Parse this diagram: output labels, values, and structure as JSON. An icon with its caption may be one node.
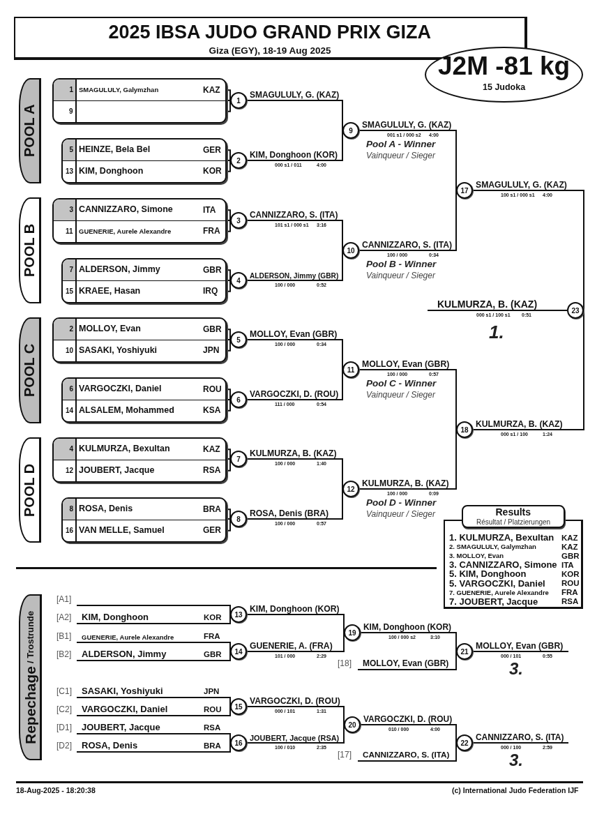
{
  "diagram": {
    "title": "2025 IBSA JUDO GRAND PRIX GIZA",
    "nodes": [
      {
        "text": [
          "J2M -81 kg",
          "15 Judoka"
        ]
      },
      {
        "text": [
          "POOL A"
        ]
      },
      {
        "text": [
          "1",
          "SMAGULULY, Galymzhan",
          "KAZ",
          "9"
        ]
      },
      {
        "text": [
          "5",
          "HEINZE, Bela Bel",
          "GER",
          "13",
          "KIM, Donghoon",
          "KOR"
        ]
      },
      {
        "text": [
          "POOL B"
        ]
      },
      {
        "text": [
          "3",
          "CANNIZZARO, Simone",
          "ITA",
          "11",
          "GUENERIE, Aurele Alexandre",
          "FRA"
        ]
      },
      {
        "text": [
          "7",
          "ALDERSON, Jimmy",
          "GBR",
          "15",
          "KRAEE, Hasan",
          "IRQ"
        ]
      },
      {
        "text": [
          "POOL C"
        ]
      },
      {
        "text": [
          "2",
          "MOLLOY, Evan",
          "GBR",
          "10",
          "SASAKI, Yoshiyuki",
          "JPN"
        ]
      },
      {
        "text": [
          "6",
          "VARGOCZKI, Daniel",
          "ROU",
          "14",
          "ALSALEM, Mohammed",
          "KSA"
        ]
      },
      {
        "text": [
          "POOL D"
        ]
      },
      {
        "text": [
          "4",
          "KULMURZA, Bexultan",
          "KAZ",
          "12",
          "JOUBERT, Jacque",
          "RSA"
        ]
      },
      {
        "text": [
          "8",
          "ROSA, Denis",
          "BRA",
          "16",
          "VAN MELLE, Samuel",
          "GER"
        ]
      },
      {
        "text": [
          "1"
        ],
        "beside": [
          "SMAGULULY, G. (KAZ)"
        ]
      },
      {
        "text": [
          "2"
        ],
        "beside": [
          "KIM, Donghoon (KOR)",
          "000 s1 / 011",
          "4:00"
        ]
      },
      {
        "text": [
          "3"
        ],
        "beside": [
          "CANNIZZARO, S. (ITA)",
          "101 s1 / 000 s1",
          "3:16"
        ]
      },
      {
        "text": [
          "4"
        ],
        "beside": [
          "ALDERSON, Jimmy (GBR)",
          "100 / 000",
          "0:52"
        ]
      },
      {
        "text": [
          "5"
        ],
        "beside": [
          "MOLLOY, Evan (GBR)",
          "100 / 000",
          "0:34"
        ]
      },
      {
        "text": [
          "6"
        ],
        "beside": [
          "VARGOCZKI, D. (ROU)",
          "111 / 000",
          "0:54"
        ]
      },
      {
        "text": [
          "7"
        ],
        "beside": [
          "KULMURZA, B. (KAZ)",
          "100 / 000",
          "1:40"
        ]
      },
      {
        "text": [
          "8"
        ],
        "beside": [
          "ROSA, Denis (BRA)",
          "100 / 000",
          "0:57"
        ]
      },
      {
        "text": [
          "9"
        ],
        "beside": [
          "SMAGULULY, G. (KAZ)",
          "001 s1 / 000 s2",
          "4:00",
          "Pool A - Winner",
          "Vainqueur / Sieger"
        ]
      },
      {
        "text": [
          "10"
        ],
        "beside": [
          "CANNIZZARO, S. (ITA)",
          "100 / 000",
          "0:34",
          "Pool B - Winner",
          "Vainqueur / Sieger"
        ]
      },
      {
        "text": [
          "11"
        ],
        "beside": [
          "MOLLOY, Evan (GBR)",
          "100 / 000",
          "0:57",
          "Pool C - Winner",
          "Vainqueur / Sieger"
        ]
      },
      {
        "text": [
          "12"
        ],
        "beside": [
          "KULMURZA, B. (KAZ)",
          "100 / 000",
          "0:09",
          "Pool D - Winner",
          "Vainqueur / Sieger"
        ]
      },
      {
        "text": [
          "17"
        ],
        "beside": [
          "SMAGULULY, G. (KAZ)",
          "100 s1 / 000 s1",
          "4:00"
        ]
      },
      {
        "text": [
          "18"
        ],
        "beside": [
          "KULMURZA, B. (KAZ)",
          "000 s1 / 100",
          "1:24"
        ]
      },
      {
        "text": [
          "23"
        ],
        "beside": [
          "KULMURZA, B. (KAZ)",
          "000 s1 / 100 s1",
          "0:51",
          "1."
        ]
      },
      {
        "text": [
          "Results",
          "Résultat / Platzierungen"
        ]
      },
      {
        "text": [
          "1. KULMURZA, Bexultan",
          "KAZ",
          "2. SMAGULULY, Galymzhan",
          "KAZ",
          "3. MOLLOY, Evan",
          "GBR",
          "3. CANNIZZARO, Simone",
          "ITA",
          "5. KIM, Donghoon",
          "KOR",
          "5. VARGOCZKI, Daniel",
          "ROU",
          "7. GUENERIE, Aurele Alexandre",
          "FRA",
          "7. JOUBERT, Jacque",
          "RSA"
        ]
      },
      {
        "text": [
          "Repechage",
          "/ Trostrunde"
        ]
      },
      {
        "text": [],
        "shape": "line",
        "beside": [
          "[A1]"
        ]
      },
      {
        "text": [
          "KIM, Donghoon",
          "KOR"
        ],
        "beside": [
          "[A2]"
        ]
      },
      {
        "text": [
          "GUENERIE, Aurele Alexandre",
          "FRA"
        ],
        "beside": [
          "[B1]"
        ]
      },
      {
        "text": [
          "ALDERSON, Jimmy",
          "GBR"
        ],
        "beside": [
          "[B2]"
        ]
      },
      {
        "text": [
          "SASAKI, Yoshiyuki",
          "JPN"
        ],
        "beside": [
          "[C1]"
        ]
      },
      {
        "text": [
          "VARGOCZKI, Daniel",
          "ROU"
        ],
        "beside": [
          "[C2]"
        ]
      },
      {
        "text": [
          "JOUBERT, Jacque",
          "RSA"
        ],
        "beside": [
          "[D1]"
        ]
      },
      {
        "text": [
          "ROSA, Denis",
          "BRA"
        ],
        "beside": [
          "[D2]"
        ]
      },
      {
        "text": [
          "13"
        ],
        "beside": [
          "KIM, Donghoon (KOR)"
        ]
      },
      {
        "text": [
          "14"
        ],
        "beside": [
          "GUENERIE, A. (FRA)",
          "101 / 000",
          "2:29"
        ]
      },
      {
        "text": [
          "15"
        ],
        "beside": [
          "VARGOCZKI, D. (ROU)",
          "000 / 101",
          "1:31"
        ]
      },
      {
        "text": [
          "16"
        ],
        "beside": [
          "JOUBERT, Jacque (RSA)",
          "100 / 010",
          "2:35"
        ]
      },
      {
        "text": [
          "19"
        ],
        "beside": [
          "KIM, Donghoon (KOR)",
          "100 / 000 s2",
          "3:10"
        ]
      },
      {
        "text": [
          "MOLLOY, Evan (GBR)"
        ],
        "beside": [
          "[18]"
        ]
      },
      {
        "text": [
          "20"
        ],
        "beside": [
          "VARGOCZKI, D. (ROU)",
          "010 / 000",
          "4:00"
        ]
      },
      {
        "text": [
          "CANNIZZARO, S. (ITA)"
        ],
        "beside": [
          "[17]"
        ]
      },
      {
        "text": [
          "21"
        ],
        "beside": [
          "MOLLOY, Evan (GBR)",
          "000 / 101",
          "0:55",
          "3."
        ]
      },
      {
        "text": [
          "22"
        ],
        "beside": [
          "CANNIZZARO, S. (ITA)",
          "000 / 100",
          "2:59",
          "3."
        ]
      }
    ],
    "edges": [
      {
        "from": 2,
        "to": 13,
        "arrow": "none"
      },
      {
        "from": 3,
        "to": 14,
        "arrow": "none"
      },
      {
        "from": 5,
        "to": 15,
        "arrow": "none"
      },
      {
        "from": 6,
        "to": 16,
        "arrow": "none"
      },
      {
        "from": 8,
        "to": 17,
        "arrow": "none"
      },
      {
        "from": 9,
        "to": 18,
        "arrow": "none"
      },
      {
        "from": 11,
        "to": 19,
        "arrow": "none"
      },
      {
        "from": 12,
        "to": 20,
        "arrow": "none"
      },
      {
        "from": 13,
        "to": 21,
        "arrow": "none"
      },
      {
        "from": 14,
        "to": 21,
        "arrow": "none"
      },
      {
        "from": 15,
        "to": 22,
        "arrow": "none"
      },
      {
        "from": 16,
        "to": 22,
        "arrow": "none"
      },
      {
        "from": 17,
        "to": 23,
        "arrow": "none"
      },
      {
        "from": 18,
        "to": 23,
        "arrow": "none"
      },
      {
        "from": 19,
        "to": 24,
        "arrow": "none"
      },
      {
        "from": 20,
        "to": 24,
        "arrow": "none"
      },
      {
        "from": 21,
        "to": 25,
        "arrow": "none"
      },
      {
        "from": 22,
        "to": 25,
        "arrow": "none"
      },
      {
        "from": 23,
        "to": 26,
        "arrow": "none"
      },
      {
        "from": 24,
        "to": 26,
        "arrow": "none"
      },
      {
        "from": 25,
        "to": 27,
        "arrow": "none"
      },
      {
        "from": 26,
        "to": 27,
        "arrow": "none"
      },
      {
        "from": 27,
        "to": null,
        "arrow": "none"
      },
      {
        "from": 31,
        "to": 39,
        "arrow": "none"
      },
      {
        "from": 32,
        "to": 39,
        "arrow": "none"
      },
      {
        "from": 33,
        "to": 40,
        "arrow": "none"
      },
      {
        "from": 34,
        "to": 40,
        "arrow": "none"
      },
      {
        "from": 35,
        "to": 41,
        "arrow": "none"
      },
      {
        "from": 36,
        "to": 41,
        "arrow": "none"
      },
      {
        "from": 37,
        "to": 42,
        "arrow": "none"
      },
      {
        "from": 38,
        "to": 42,
        "arrow": "none"
      },
      {
        "from": 39,
        "to": 43,
        "arrow": "none"
      },
      {
        "from": 40,
        "to": 43,
        "arrow": "none"
      },
      {
        "from": 41,
        "to": 45,
        "arrow": "none"
      },
      {
        "from": 42,
        "to": 45,
        "arrow": "none"
      },
      {
        "from": 43,
        "to": 47,
        "arrow": "none"
      },
      {
        "from": 44,
        "to": 47,
        "arrow": "none"
      },
      {
        "from": 45,
        "to": 48,
        "arrow": "none"
      },
      {
        "from": 46,
        "to": 48,
        "arrow": "none"
      },
      {
        "from": 47,
        "to": null,
        "arrow": "none"
      },
      {
        "from": 48,
        "to": null,
        "arrow": "none"
      }
    ],
    "labels": [
      "Giza (EGY), 18-19 Aug 2025",
      "18-Aug-2025 - 18:20:38",
      "(c) International Judo Federation IJF"
    ]
  }
}
